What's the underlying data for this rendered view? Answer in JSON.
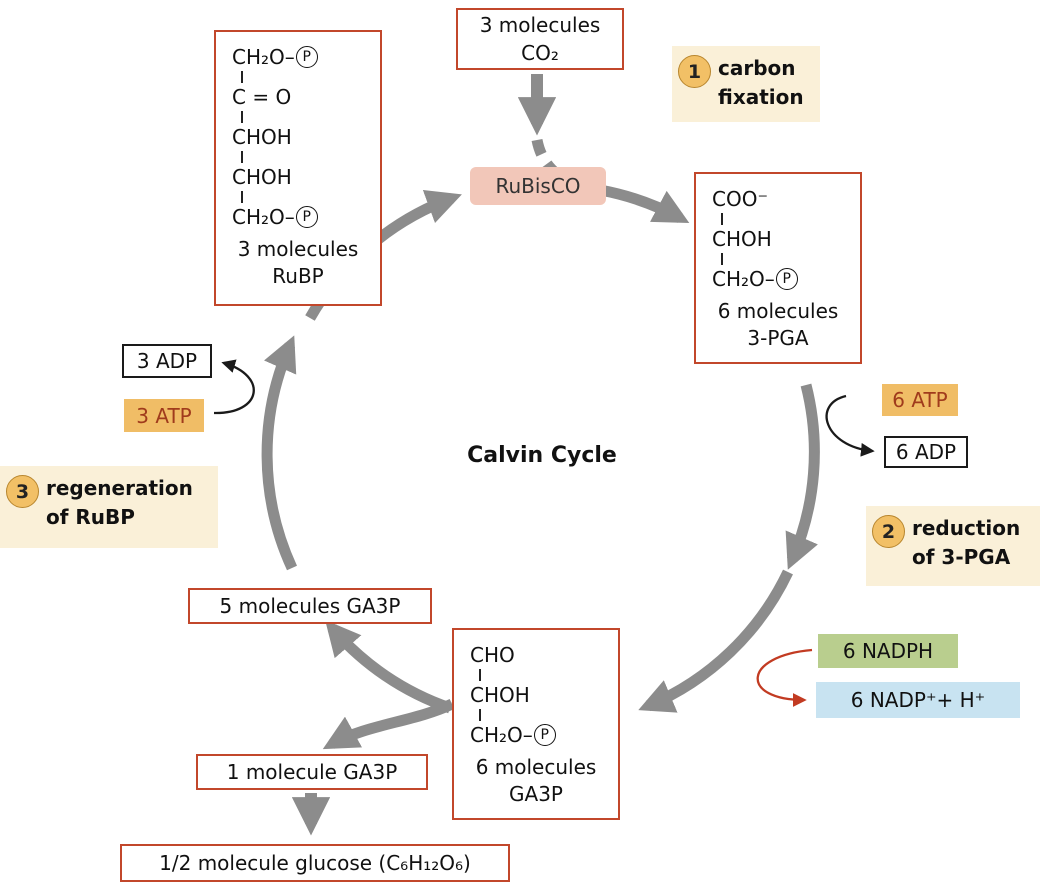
{
  "diagram_title": "Calvin Cycle",
  "molecules": {
    "co2": {
      "lines": [
        "3 molecules",
        "CO₂"
      ]
    },
    "rubisco": {
      "label": "RuBisCO"
    },
    "rubp": {
      "formula": [
        "CH₂O–(P)",
        "C = O",
        "CHOH",
        "CHOH",
        "CH₂O–(P)"
      ],
      "caption": [
        "3 molecules",
        "RuBP"
      ]
    },
    "pga": {
      "formula": [
        "COO⁻",
        "CHOH",
        "CH₂O–(P)"
      ],
      "caption": [
        "6 molecules",
        "3-PGA"
      ]
    },
    "ga3p6": {
      "formula": [
        "CHO",
        "CHOH",
        "CH₂O–(P)"
      ],
      "caption": [
        "6 molecules",
        "GA3P"
      ]
    },
    "ga3p5": {
      "label": "5 molecules GA3P"
    },
    "ga3p1": {
      "label": "1 molecule GA3P"
    },
    "glucose": {
      "label": "1/2 molecule glucose (C₆H₁₂O₆)"
    }
  },
  "steps": {
    "step1": {
      "number": "1",
      "label": [
        "carbon",
        "fixation"
      ]
    },
    "step2": {
      "number": "2",
      "label": [
        "reduction",
        "of 3-PGA"
      ]
    },
    "step3": {
      "number": "3",
      "label": [
        "regeneration",
        "of RuBP"
      ]
    }
  },
  "energy": {
    "atp6": "6 ATP",
    "adp6": "6 ADP",
    "atp3": "3 ATP",
    "adp3": "3 ADP",
    "nadph": "6 NADPH",
    "nadp": "6 NADP⁺+ H⁺"
  },
  "colors": {
    "box_border_red": "#c2472b",
    "cream_bg": "#faf0d8",
    "orange_bg": "#f0bd66",
    "pink_bg": "#f2c7b9",
    "green_bg": "#b9ce8e",
    "blue_bg": "#c8e3f1",
    "cycle_gray": "#8c8c8c",
    "red_arrow": "#c23b22"
  }
}
